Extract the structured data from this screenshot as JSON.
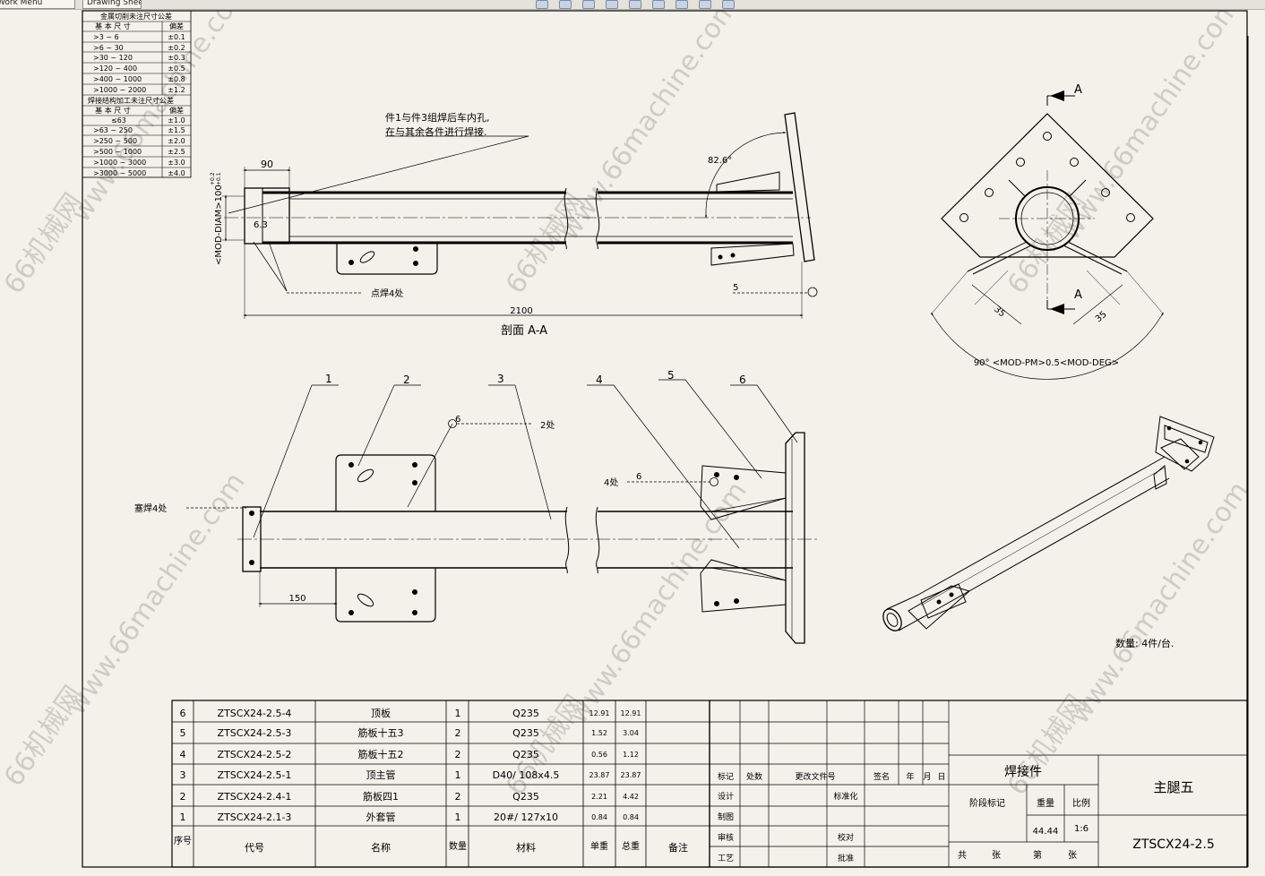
{
  "app": {
    "tabs": [
      "Work Menu",
      "Drawing Sheet"
    ],
    "toolbar_icons": [
      "zoom-fit-icon",
      "zoom-area-icon",
      "zoom-in-icon",
      "pan-icon",
      "rotate-icon",
      "view-icon",
      "display-icon",
      "hide-show-icon",
      "light-icon"
    ]
  },
  "watermark": {
    "site": "www.66machine.com",
    "brand": "66机械网"
  },
  "tolerance_table": {
    "title1": "金属切削未注尺寸公差",
    "col_size": "基 本 尺 寸",
    "col_dev": "偏差",
    "rows1": [
      {
        "size": ">3 ~ 6",
        "dev": "±0.1"
      },
      {
        "size": ">6 ~ 30",
        "dev": "±0.2"
      },
      {
        "size": ">30 ~ 120",
        "dev": "±0.3"
      },
      {
        "size": ">120 ~ 400",
        "dev": "±0.5"
      },
      {
        "size": ">400 ~ 1000",
        "dev": "±0.8"
      },
      {
        "size": ">1000 ~ 2000",
        "dev": "±1.2"
      }
    ],
    "title2": "焊接结构加工未注尺寸公差",
    "rows2": [
      {
        "size": "≤63",
        "dev": "±1.0"
      },
      {
        "size": ">63 ~ 250",
        "dev": "±1.5"
      },
      {
        "size": ">250 ~ 500",
        "dev": "±2.0"
      },
      {
        "size": ">500 ~ 1000",
        "dev": "±2.5"
      },
      {
        "size": ">1000 ~ 3000",
        "dev": "±3.0"
      },
      {
        "size": ">3000 ~ 5000",
        "dev": "±4.0"
      }
    ]
  },
  "section_view": {
    "note_line1": "件1与件3组焊后车内孔,",
    "note_line2": "在与其余各件进行焊接.",
    "dim_90": "90",
    "dim_diam": "<MOD-DIAM>100",
    "dim_tol_up": "+0.2",
    "dim_tol_dn": "+0.1",
    "dim_63": "6.3",
    "spot_weld": "点焊4处",
    "angle": "82.6°",
    "weld_5": "5",
    "dim_2100": "2100",
    "title": "剖面 A-A"
  },
  "end_view": {
    "label_a_top": "A",
    "label_a_bottom": "A",
    "dim_35_left": "35",
    "dim_35_right": "35",
    "angle_note": "90° <MOD-PM>0.5<MOD-DEG>"
  },
  "main_view": {
    "balloons": [
      "1",
      "2",
      "3",
      "4",
      "5",
      "6"
    ],
    "weld6_top": "6",
    "weld_2places": "2处",
    "weld_4places": "4处",
    "weld6_mid": "6",
    "full_weld": "塞焊4处",
    "dim_150": "150"
  },
  "iso_view": {
    "quantity": "数量: 4件/台."
  },
  "bom": {
    "headers": {
      "no": "序号",
      "code": "代号",
      "name": "名称",
      "qty": "数量",
      "material": "材料",
      "unit_weight": "单重",
      "total_weight": "总重",
      "remark": "备注"
    },
    "rows": [
      {
        "no": "6",
        "code": "ZTSCX24-2.5-4",
        "name": "顶板",
        "qty": "1",
        "material": "Q235",
        "unit": "12.91",
        "total": "12.91"
      },
      {
        "no": "5",
        "code": "ZTSCX24-2.5-3",
        "name": "筋板十五3",
        "qty": "2",
        "material": "Q235",
        "unit": "1.52",
        "total": "3.04"
      },
      {
        "no": "4",
        "code": "ZTSCX24-2.5-2",
        "name": "筋板十五2",
        "qty": "2",
        "material": "Q235",
        "unit": "0.56",
        "total": "1.12"
      },
      {
        "no": "3",
        "code": "ZTSCX24-2.5-1",
        "name": "顶主管",
        "qty": "1",
        "material": "D40/ 108x4.5",
        "unit": "23.87",
        "total": "23.87"
      },
      {
        "no": "2",
        "code": "ZTSCX24-2.4-1",
        "name": "筋板四1",
        "qty": "2",
        "material": "Q235",
        "unit": "2.21",
        "total": "4.42"
      },
      {
        "no": "1",
        "code": "ZTSCX24-2.1-3",
        "name": "外套管",
        "qty": "1",
        "material": "20#/ 127x10",
        "unit": "0.84",
        "total": "0.84"
      }
    ]
  },
  "title_block": {
    "marks": [
      "标记",
      "处数",
      "更改文件号",
      "签名",
      "年",
      "月",
      "日"
    ],
    "design": "设计",
    "draw": "制图",
    "check": "审核",
    "process": "工艺",
    "standard": "标准化",
    "proof": "校对",
    "approve": "批准",
    "part_type": "焊接件",
    "stage": "阶段标记",
    "weight_label": "重量",
    "scale_label": "比例",
    "weight": "44.44",
    "scale": "1:6",
    "total": "共",
    "sheets": "张",
    "page": "第",
    "sheets2": "张",
    "part_name": "主腿五",
    "drawing_no": "ZTSCX24-2.5"
  }
}
